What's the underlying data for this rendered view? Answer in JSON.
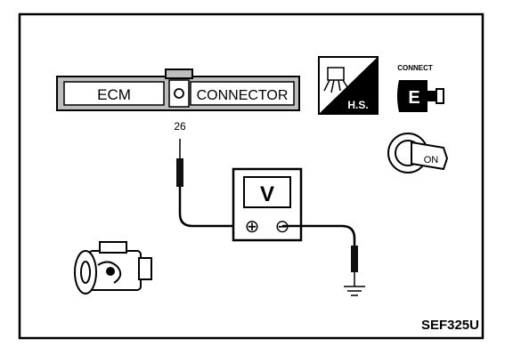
{
  "ecm_connector": {
    "ecm_label": "ECM",
    "connector_label": "CONNECTOR",
    "terminal_number": "26"
  },
  "voltmeter": {
    "display_symbol": "V",
    "plus_symbol": "⊕",
    "minus_symbol": "⊖"
  },
  "icons": {
    "harness_side": "H.S.",
    "connect": "CONNECT",
    "connect_letter": "E",
    "ignition": "ON"
  },
  "figure_code": "SEF325U",
  "colors": {
    "line": "#000000",
    "background": "#ffffff",
    "panel_gray": "#bdbdbd"
  }
}
